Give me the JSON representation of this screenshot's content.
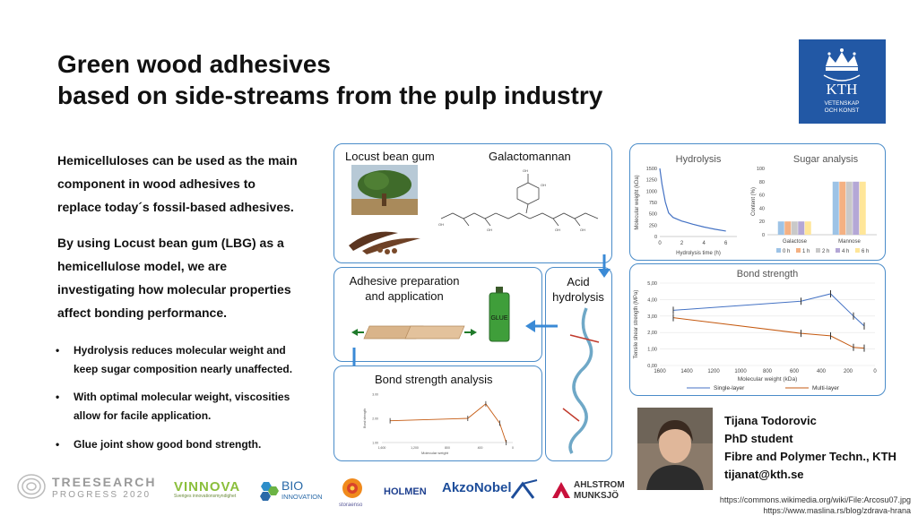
{
  "title": {
    "line1": "Green wood adhesives",
    "line2": "based on side-streams from the pulp industry"
  },
  "kth_logo": {
    "name": "KTH",
    "sub1": "VETENSKAP",
    "sub2": "OCH KONST"
  },
  "intro": {
    "p1": [
      "Hemicelluloses can be used as the main",
      "component in wood adhesives to",
      "replace today´s fossil-based adhesives."
    ],
    "p2": [
      "By using Locust bean gum (LBG) as a",
      "hemicellulose model, we are",
      "investigating how molecular properties",
      "affect bonding performance."
    ]
  },
  "bullets": [
    [
      "Hydrolysis reduces molecular weight and",
      "keep sugar composition nearly unaffected."
    ],
    [
      "With optimal molecular weight, viscosities",
      "allow for facile application."
    ],
    [
      "Glue joint show good bond strength."
    ]
  ],
  "diagram": {
    "locust_label": "Locust bean gum",
    "galacto_label": "Galactomannan",
    "adhesive_label": [
      "Adhesive preparation",
      "and application"
    ],
    "glue_label": "GLUE",
    "acid_label": [
      "Acid",
      "hydrolysis"
    ],
    "bond_panel_label": "Bond strength analysis",
    "mini_xlabel": "Molecular weight",
    "mini_ylabel": "Bond strength",
    "mini_yticks": [
      "3.00",
      "2.00",
      "1.00"
    ],
    "mini_xticks": [
      "1,600",
      "1,200",
      "800",
      "400",
      "0"
    ]
  },
  "chart_data": [
    {
      "type": "line",
      "title": "Hydrolysis",
      "xlabel": "Hydrolysis time (h)",
      "ylabel": "Molecular weight (kDa)",
      "xlim": [
        0,
        7
      ],
      "ylim": [
        0,
        1500
      ],
      "xticks": [
        "0",
        "2",
        "4",
        "6"
      ],
      "yticks": [
        "0",
        "250",
        "500",
        "750",
        "1000",
        "1250",
        "1500"
      ],
      "series": [
        {
          "x": [
            0,
            0.2,
            0.5,
            0.8,
            1.2,
            2,
            3,
            4,
            5,
            6
          ],
          "values": [
            1500,
            1150,
            760,
            520,
            420,
            340,
            270,
            210,
            160,
            120
          ]
        }
      ]
    },
    {
      "type": "bar",
      "title": "Sugar analysis",
      "ylabel": "Content (%)",
      "ylim": [
        0,
        100
      ],
      "yticks": [
        "0",
        "20",
        "40",
        "60",
        "80",
        "100"
      ],
      "categories": [
        "Galactose",
        "Mannose"
      ],
      "series": [
        {
          "name": "0 h",
          "color": "#9dc3e6",
          "values": [
            20,
            80
          ]
        },
        {
          "name": "1 h",
          "color": "#f4b183",
          "values": [
            20,
            80
          ]
        },
        {
          "name": "2 h",
          "color": "#c9c9c9",
          "values": [
            20,
            80
          ]
        },
        {
          "name": "4 h",
          "color": "#b4a7d6",
          "values": [
            20,
            80
          ]
        },
        {
          "name": "6 h",
          "color": "#ffe699",
          "values": [
            20,
            80
          ]
        }
      ]
    },
    {
      "type": "line",
      "title": "Bond strength",
      "xlabel": "Molecular weight (kDa)",
      "ylabel": "Tensile shear strength (MPa)",
      "xlim": [
        1600,
        0
      ],
      "ylim": [
        0,
        5
      ],
      "xticks": [
        "1600",
        "1400",
        "1200",
        "1000",
        "800",
        "600",
        "400",
        "200",
        "0"
      ],
      "yticks": [
        "0,00",
        "1,00",
        "2,00",
        "3,00",
        "4,00",
        "5,00"
      ],
      "series": [
        {
          "name": "Single-layer",
          "color": "#4472c4",
          "x": [
            1500,
            550,
            330,
            160,
            80
          ],
          "values": [
            3.35,
            3.9,
            4.35,
            3.0,
            2.4
          ]
        },
        {
          "name": "Multi-layer",
          "color": "#c55a11",
          "x": [
            1500,
            550,
            330,
            160,
            80
          ],
          "values": [
            2.9,
            1.95,
            1.8,
            1.1,
            1.05
          ]
        }
      ]
    },
    {
      "type": "line",
      "title": "",
      "xlabel": "Molecular weight",
      "ylabel": "Bond strength",
      "xlim": [
        1600,
        0
      ],
      "ylim": [
        1,
        3
      ],
      "series": [
        {
          "x": [
            1500,
            550,
            330,
            160,
            80
          ],
          "values": [
            1.9,
            2.0,
            2.6,
            1.8,
            1.0
          ]
        }
      ]
    }
  ],
  "author": {
    "name": "Tijana Todorovic",
    "role": "PhD student",
    "dept": "Fibre and Polymer Techn., KTH",
    "email": "tijanat@kth.se"
  },
  "credits": [
    "https://commons.wikimedia.org/wiki/File:Arcosu07.jpg",
    "https://www.maslina.rs/blog/zdrava-hrana"
  ],
  "sponsors": {
    "treesearch_1": "TREESEARCH",
    "treesearch_2": "PROGRESS 2020",
    "vinnova": "VINNOVA",
    "vinnova_sub": "Sveriges innovationsmyndighet",
    "bio_1": "BIO",
    "bio_2": "INNOVATION",
    "storaenso": "storaenso",
    "holmen": "HOLMEN",
    "akzonobel": "AkzoNobel",
    "ahlstrom_1": "AHLSTROM",
    "ahlstrom_2": "MUNKSJÖ"
  },
  "colors": {
    "panel_border": "#4a8cc9",
    "arrow": "#3a8ad6",
    "kth_blue": "#2258a5",
    "single_layer": "#4472c4",
    "multi_layer": "#c55a11"
  }
}
